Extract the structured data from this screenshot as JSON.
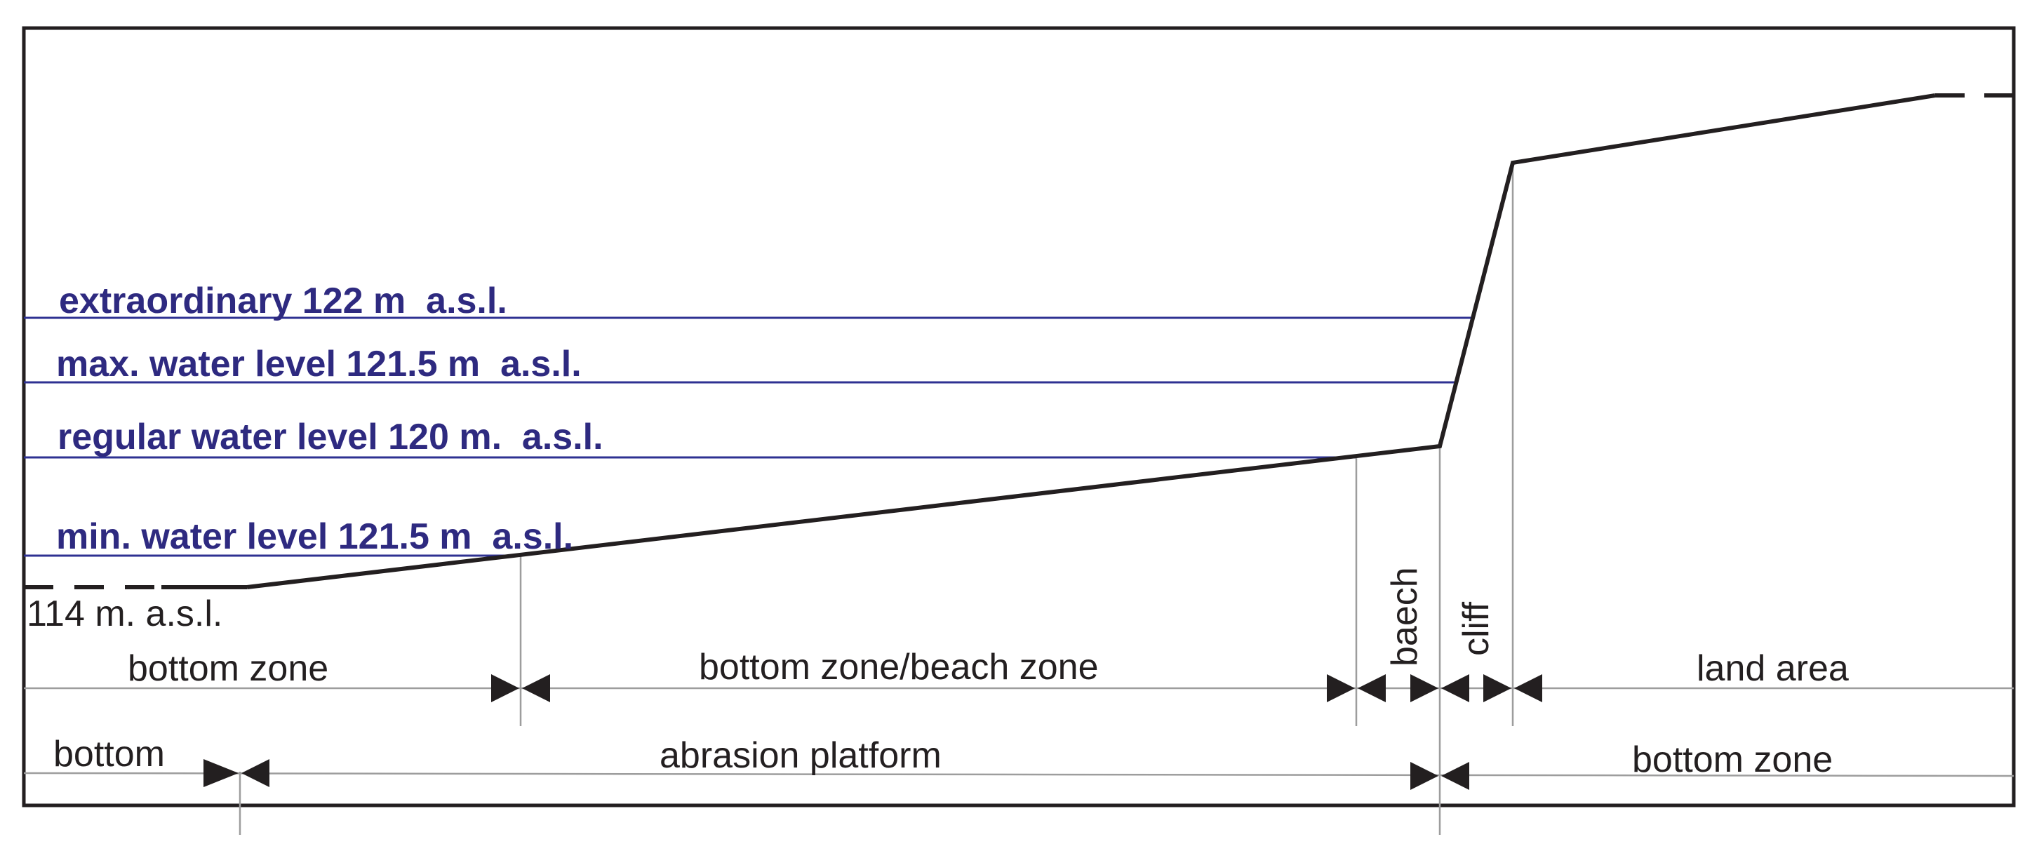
{
  "water_levels": {
    "extraordinary": "extraordinary 122 m  a.s.l.",
    "max": "max. water level 121.5 m  a.s.l.",
    "regular": "regular water level 120 m.  a.s.l.",
    "min": "min. water level 121.5 m  a.s.l."
  },
  "elevation_label": "114 m. a.s.l.",
  "zones_upper": {
    "bottom_zone": "bottom zone",
    "bottom_beach_zone": "bottom zone/beach zone",
    "beach": "baech",
    "cliff": "cliff",
    "land_area": "land area"
  },
  "zones_lower": {
    "bottom": "bottom",
    "abrasion_platform": "abrasion platform",
    "bottom_zone": "bottom zone"
  },
  "colors": {
    "water_line": "#2e3192",
    "water_text": "#2e2a80",
    "profile": "#231f20",
    "guide": "#9d9d9d"
  }
}
